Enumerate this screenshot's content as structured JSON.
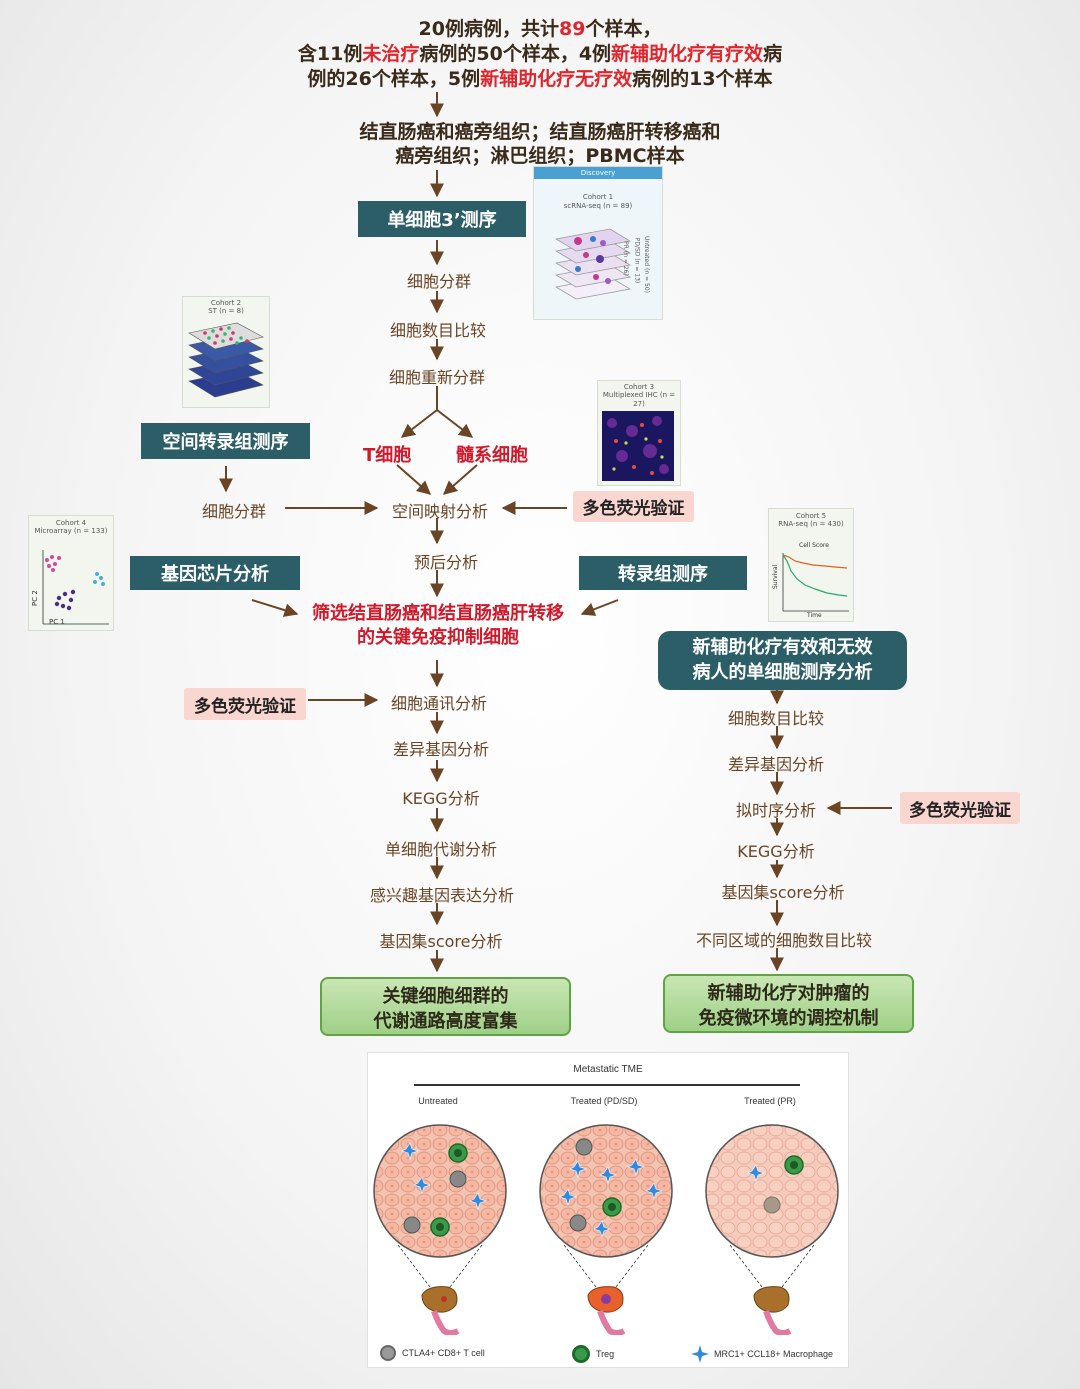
{
  "header": {
    "line1_a": "20例病例，共计",
    "line1_b": "89",
    "line1_c": "个样本，",
    "line2_a": "含11例",
    "line2_b": "未治疗",
    "line2_c": "病例的50个样本，4例",
    "line2_d": "新辅助化疗有疗效",
    "line2_e": "病",
    "line3_a": "例的26个样本，5例",
    "line3_b": "新辅助化疗无疗效",
    "line3_c": "病例的13个样本",
    "tissue_line1": "结直肠癌和癌旁组织；结直肠癌肝转移癌和",
    "tissue_line2": "癌旁组织；淋巴组织；PBMC样本"
  },
  "center": {
    "scrna_box": "单细胞3’测序",
    "step_cluster": "细胞分群",
    "step_count": "细胞数目比较",
    "step_recluster": "细胞重新分群",
    "t_cell": "T细胞",
    "myeloid": "髓系细胞",
    "spatial_map": "空间映射分析",
    "prognosis": "预后分析",
    "key_line1": "筛选结直肠癌和结直肠癌肝转移",
    "key_line2": "的关键免疫抑制细胞",
    "cellchat": "细胞通讯分析",
    "deg": "差异基因分析",
    "kegg": "KEGG分析",
    "metab": "单细胞代谢分析",
    "interest": "感兴趣基因表达分析",
    "geneset": "基因集score分析",
    "result_line1": "关键细胞细群的",
    "result_line2": "代谢通路高度富集"
  },
  "left": {
    "spatial_box": "空间转录组测序",
    "spatial_cluster": "细胞分群",
    "microarray_box": "基因芯片分析",
    "mif_validation": "多色荧光验证"
  },
  "right": {
    "mif_validation_top": "多色荧光验证",
    "rnaseq_box": "转录组测序",
    "neo_line1": "新辅助化疗有效和无效",
    "neo_line2": "病人的单细胞测序分析",
    "count": "细胞数目比较",
    "deg": "差异基因分析",
    "pseudotime": "拟时序分析",
    "mif_validation": "多色荧光验证",
    "kegg": "KEGG分析",
    "geneset": "基因集score分析",
    "region_count": "不同区域的细胞数目比较",
    "result_line1": "新辅助化疗对肿瘤的",
    "result_line2": "免疫微环境的调控机制"
  },
  "thumbs": {
    "discovery": {
      "title": "Discovery",
      "cohort": "Cohort 1",
      "sub": "scRNA-seq (n = 89)",
      "side1": "PR (n = 26)",
      "side2": "PD/SD (n = 13)",
      "side3": "Untreated (n = 50)"
    },
    "st": {
      "cohort": "Cohort 2",
      "sub": "ST (n = 8)"
    },
    "ihc": {
      "cohort": "Cohort 3",
      "sub": "Multiplexed IHC (n = 27)"
    },
    "microarray": {
      "cohort": "Cohort 4",
      "sub": "Microarray (n = 133)",
      "pc1": "PC 1",
      "pc2": "PC 2"
    },
    "rnaseq": {
      "cohort": "Cohort 5",
      "sub": "RNA-seq (n = 430)",
      "score": "Cell Score",
      "ylab": "Survival",
      "xlab": "Time"
    }
  },
  "tme": {
    "title": "Metastatic TME",
    "col1": "Untreated",
    "col2": "Treated (PD/SD)",
    "col3": "Treated (PR)",
    "legend1": "CTLA4+  CD8+ T cell",
    "legend2": "Treg",
    "legend3": "MRC1+ CCL18+ Macrophage"
  },
  "colors": {
    "teal": "#2b5e66",
    "red": "#e0262d",
    "brown": "#6a4525",
    "pink": "#f9d6d0",
    "green": "#9fd087"
  }
}
